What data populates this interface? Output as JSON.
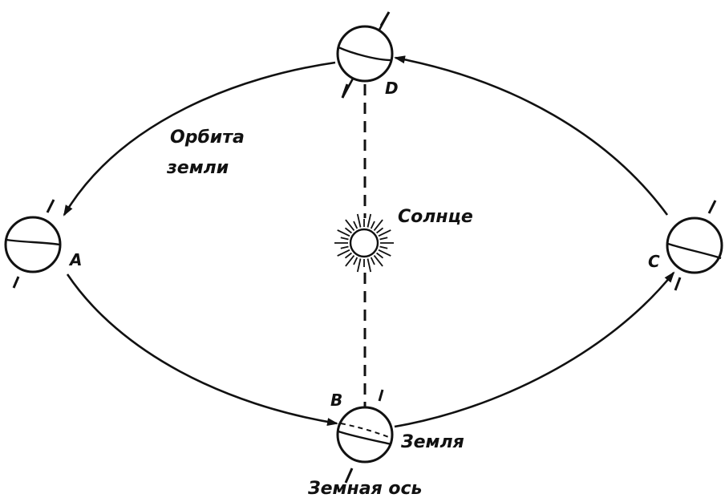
{
  "diagram": {
    "sun_label": "Солнце",
    "orbit_label_line1": "Орбита",
    "orbit_label_line2": "земли",
    "earth_label": "Земля",
    "axis_label": "Земная ось",
    "pos_a": "A",
    "pos_b": "B",
    "pos_c": "C",
    "pos_d": "D"
  },
  "colors": {
    "ink": "#111111",
    "background": "#ffffff"
  }
}
